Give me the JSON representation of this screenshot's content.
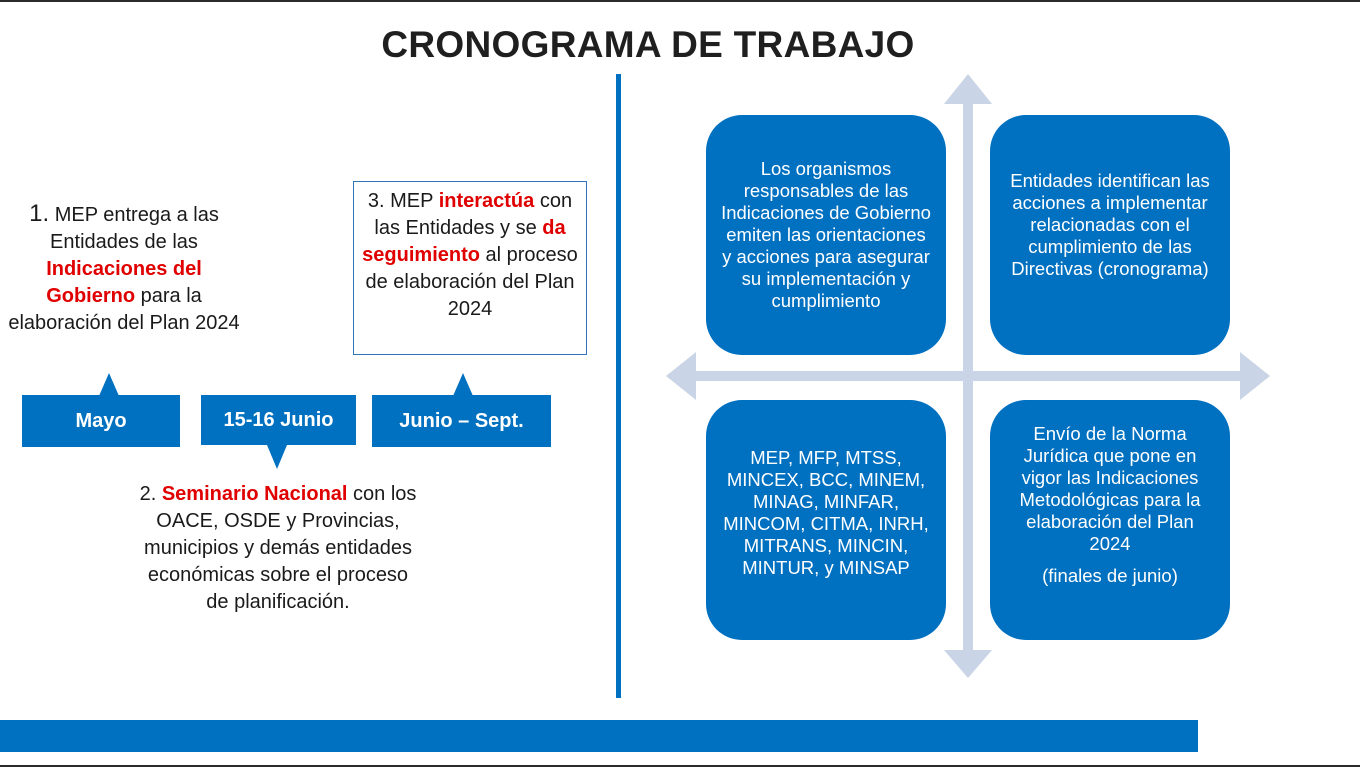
{
  "title": "CRONOGRAMA DE TRABAJO",
  "timeline": {
    "step1": {
      "number": "1.",
      "pre": " MEP entrega a las Entidades de las ",
      "highlight": "Indicaciones del Gobierno",
      "post": " para la elaboración del Plan 2024"
    },
    "step2": {
      "number": "2.",
      "highlight": "Seminario Nacional",
      "post": " con los OACE, OSDE y Provincias, municipios y demás entidades económicas sobre el proceso de planificación."
    },
    "step3": {
      "number": "3.",
      "pre": " MEP ",
      "highlight1": "interactúa",
      "mid": " con las Entidades y se ",
      "highlight2": "da seguimiento",
      "post": " al proceso de elaboración del Plan 2024"
    },
    "periods": [
      "Mayo",
      "15-16 Junio",
      "Junio – Sept."
    ]
  },
  "quadrants": {
    "top_left": "Los organismos responsables de las Indicaciones de Gobierno emiten las orientaciones y acciones para asegurar su implementación y cumplimiento",
    "top_right": "Entidades identifican las acciones a implementar relacionadas con el cumplimiento de las Directivas (cronograma)",
    "bottom_left": "MEP, MFP, MTSS, MINCEX, BCC, MINEM, MINAG, MINFAR, MINCOM, CITMA, INRH, MITRANS, MINCIN, MINTUR, y MINSAP",
    "bottom_right": "Envío de la Norma Jurídica que pone en vigor las Indicaciones Metodológicas para la elaboración del Plan 2024",
    "bottom_right_note": "(finales de junio)"
  },
  "colors": {
    "primary_blue": "#0070c0",
    "highlight_red": "#e00000",
    "arrow_light": "#c9d4e6"
  }
}
